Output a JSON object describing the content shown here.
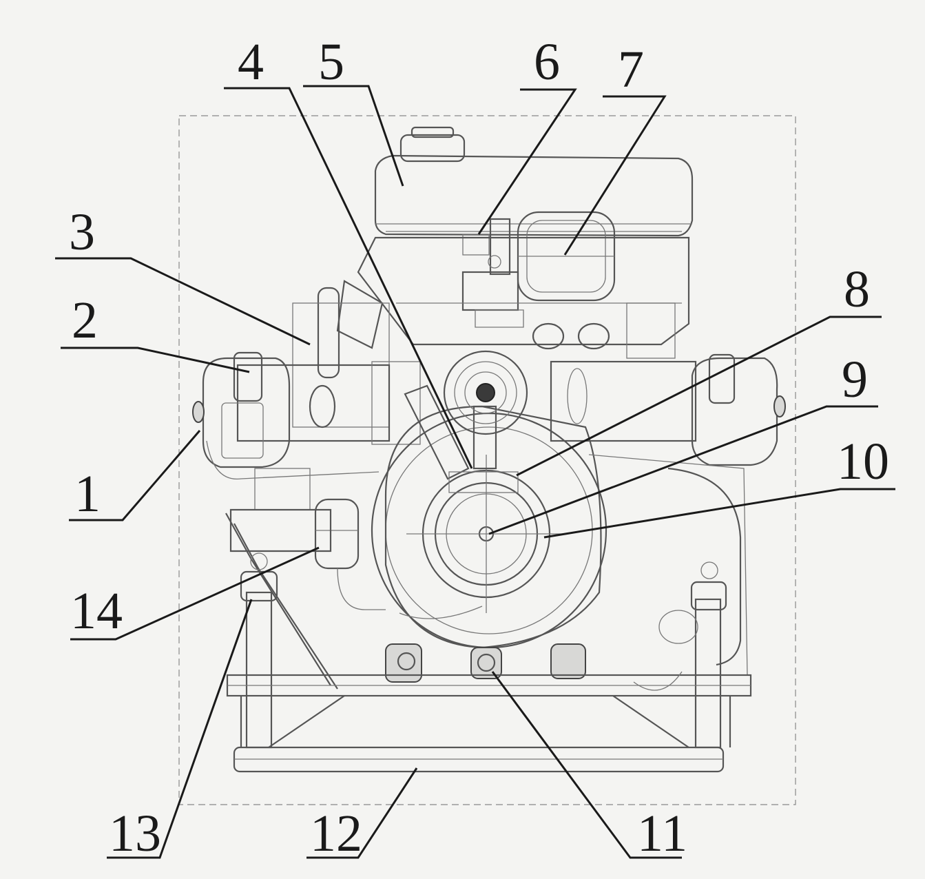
{
  "callouts": [
    {
      "id": "1",
      "label": "1"
    },
    {
      "id": "2",
      "label": "2"
    },
    {
      "id": "3",
      "label": "3"
    },
    {
      "id": "4",
      "label": "4"
    },
    {
      "id": "5",
      "label": "5"
    },
    {
      "id": "6",
      "label": "6"
    },
    {
      "id": "7",
      "label": "7"
    },
    {
      "id": "8",
      "label": "8"
    },
    {
      "id": "9",
      "label": "9"
    },
    {
      "id": "10",
      "label": "10"
    },
    {
      "id": "11",
      "label": "11"
    },
    {
      "id": "12",
      "label": "12"
    },
    {
      "id": "13",
      "label": "13"
    },
    {
      "id": "14",
      "label": "14"
    }
  ],
  "colors": {
    "ink": "#1a1a1a",
    "background": "#f4f4f2",
    "drawing": "#555555"
  }
}
